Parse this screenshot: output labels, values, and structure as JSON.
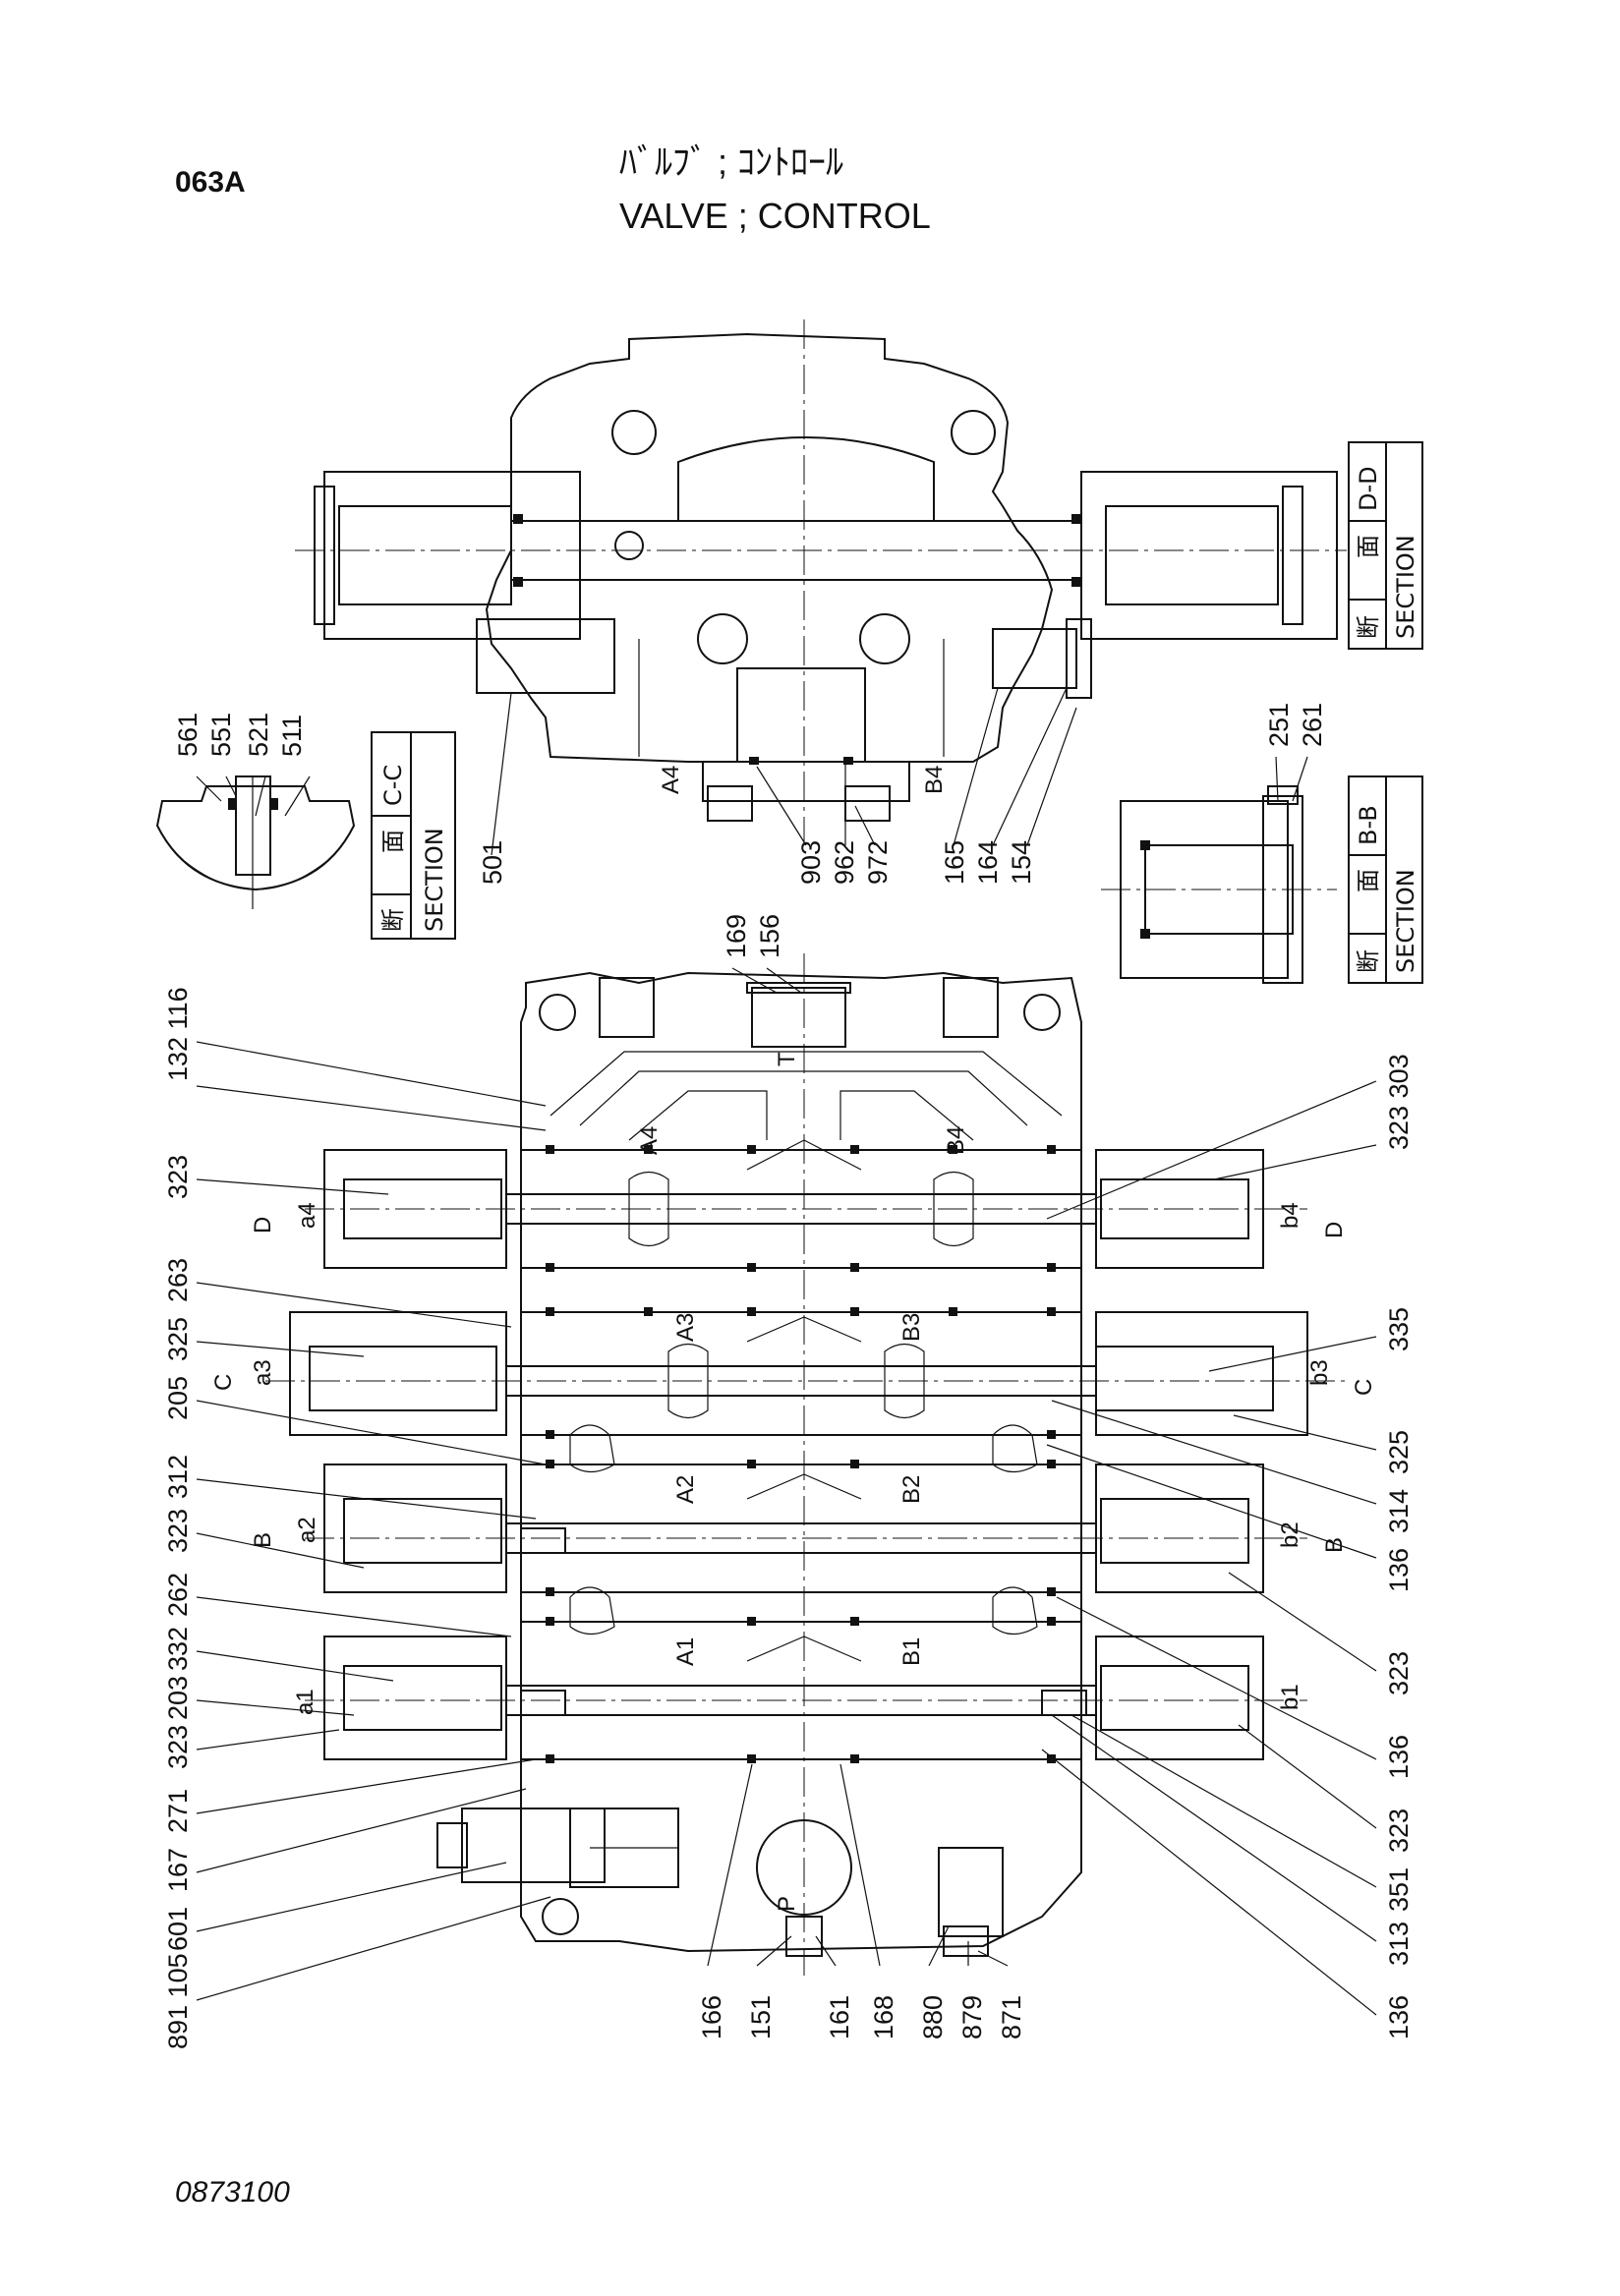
{
  "header": {
    "page_code": "063A",
    "title_jp": "ﾊﾞﾙﾌﾞ ; ｺﾝﾄﾛｰﾙ",
    "title_en": "VALVE ; CONTROL"
  },
  "footer": {
    "drawing_number": "0873100"
  },
  "sections": {
    "dd": {
      "jp1": "断",
      "jp2": "面",
      "en": "SECTION",
      "id": "D-D"
    },
    "cc": {
      "jp1": "断",
      "jp2": "面",
      "en": "SECTION",
      "id": "C-C"
    },
    "bb": {
      "jp1": "断",
      "jp2": "面",
      "en": "SECTION",
      "id": "B-B"
    }
  },
  "ports": {
    "A4": "A4",
    "B4": "B4",
    "A3": "A3",
    "B3": "B3",
    "A2": "A2",
    "B2": "B2",
    "A1": "A1",
    "B1": "B1",
    "T": "T",
    "P": "P",
    "a1": "a1",
    "a2": "a2",
    "a3": "a3",
    "a4": "a4",
    "b1": "b1",
    "b2": "b2",
    "b3": "b3",
    "b4": "b4",
    "B": "B",
    "C": "C",
    "D": "D"
  },
  "callouts": {
    "p501": "501",
    "p903": "903",
    "p962": "962",
    "p972": "972",
    "p165": "165",
    "p164": "164",
    "p154": "154",
    "p561": "561",
    "p551": "551",
    "p521": "521",
    "p511": "511",
    "p251": "251",
    "p261": "261",
    "p169": "169",
    "p156": "156",
    "left_132_116": "132 116",
    "left_323a": "323",
    "left_263": "263",
    "left_325": "325",
    "left_205": "205",
    "left_312": "312",
    "left_323b": "323",
    "left_262": "262",
    "left_332": "332",
    "left_203": "203",
    "left_323c": "323",
    "left_271": "271",
    "left_167": "167",
    "left_601": "601",
    "left_891_105": "891 105",
    "right_323_303": "323 303",
    "right_335": "335",
    "right_325": "325",
    "right_314": "314",
    "right_136a": "136",
    "right_323a": "323",
    "right_136b": "136",
    "right_323b": "323",
    "right_351": "351",
    "right_313": "313",
    "right_136c": "136",
    "bot_166": "166",
    "bot_151": "151",
    "bot_161": "161",
    "bot_168": "168",
    "bot_880": "880",
    "bot_879": "879",
    "bot_871": "871"
  }
}
